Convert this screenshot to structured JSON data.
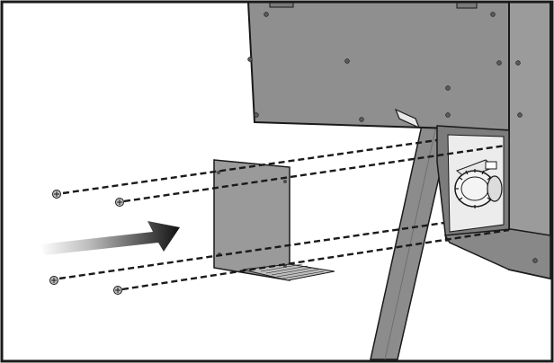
{
  "illustration": {
    "colors": {
      "frame": "#1a1a1a",
      "cabinet_gray": "#8f8f8f",
      "cabinet_gray_dark": "#7c7c7c",
      "panel_gray": "#9a9a9a",
      "leg_gray": "#8c8c8c",
      "line": "#1a1a1a",
      "arrow_light": "#f2f2f2",
      "arrow_dark": "#111111",
      "gear_white": "#f4f4f4",
      "hardware": "#666666"
    },
    "icons": {
      "direction_arrow": "install-direction-arrow",
      "screw": "screw-icon",
      "gear_knob": "gear-knob-icon",
      "bracket_panel": "bracket-panel"
    },
    "screw_count": 4,
    "dashed_guide_count": 4
  }
}
